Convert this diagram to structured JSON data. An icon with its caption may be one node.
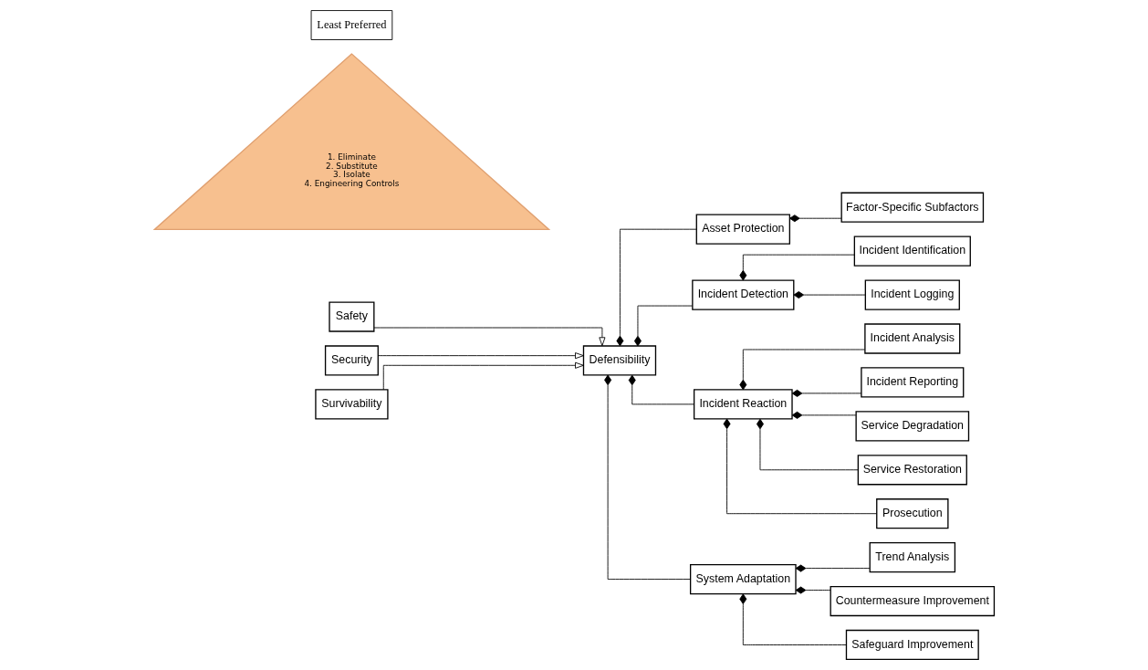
{
  "diagram": {
    "nodes": [
      {
        "text": [
          "Safety"
        ]
      },
      {
        "text": [
          "Security"
        ]
      },
      {
        "text": [
          "Survivability"
        ]
      },
      {
        "text": [
          "Defensibility"
        ]
      },
      {
        "text": [
          "Asset Protection"
        ]
      },
      {
        "text": [
          "Factor-Specific Subfactors"
        ]
      },
      {
        "text": [
          "Incident Detection"
        ]
      },
      {
        "text": [
          "Incident Identification"
        ]
      },
      {
        "text": [
          "Incident Logging"
        ]
      },
      {
        "text": [
          "Incident Reaction"
        ]
      },
      {
        "text": [
          "Incident Analysis"
        ]
      },
      {
        "text": [
          "Incident Reporting"
        ]
      },
      {
        "text": [
          "Service Degradation"
        ]
      },
      {
        "text": [
          "Service Restoration"
        ]
      },
      {
        "text": [
          "Prosecution"
        ]
      },
      {
        "text": [
          "System Adaptation"
        ]
      },
      {
        "text": [
          "Trend Analysis"
        ]
      },
      {
        "text": [
          "Countermeasure Improvement"
        ]
      },
      {
        "text": [
          "Safeguard Improvement"
        ]
      },
      {
        "text": [
          "1. Eliminate",
          "2. Substitute",
          "3. Isolate",
          "4. Engineering Controls"
        ]
      },
      {
        "text": [
          "Least Preferred"
        ]
      }
    ],
    "edges": [
      {
        "from": 0,
        "to": 3,
        "arrow": "to"
      },
      {
        "from": 1,
        "to": 3,
        "arrow": "to"
      },
      {
        "from": 2,
        "to": 3,
        "arrow": "to"
      },
      {
        "from": 3,
        "to": 4,
        "arrow": "other"
      },
      {
        "from": 3,
        "to": 6,
        "arrow": "other"
      },
      {
        "from": 3,
        "to": 9,
        "arrow": "other"
      },
      {
        "from": 3,
        "to": 15,
        "arrow": "other"
      },
      {
        "from": 4,
        "to": 5,
        "arrow": "other"
      },
      {
        "from": 6,
        "to": 7,
        "arrow": "other"
      },
      {
        "from": 6,
        "to": 8,
        "arrow": "other"
      },
      {
        "from": 9,
        "to": 10,
        "arrow": "other"
      },
      {
        "from": 9,
        "to": 11,
        "arrow": "other"
      },
      {
        "from": 9,
        "to": 12,
        "arrow": "other"
      },
      {
        "from": 9,
        "to": 13,
        "arrow": "other"
      },
      {
        "from": 9,
        "to": 14,
        "arrow": "other"
      },
      {
        "from": 15,
        "to": 16,
        "arrow": "other"
      },
      {
        "from": 15,
        "to": 17,
        "arrow": "other"
      },
      {
        "from": 15,
        "to": 18,
        "arrow": "other"
      }
    ]
  }
}
